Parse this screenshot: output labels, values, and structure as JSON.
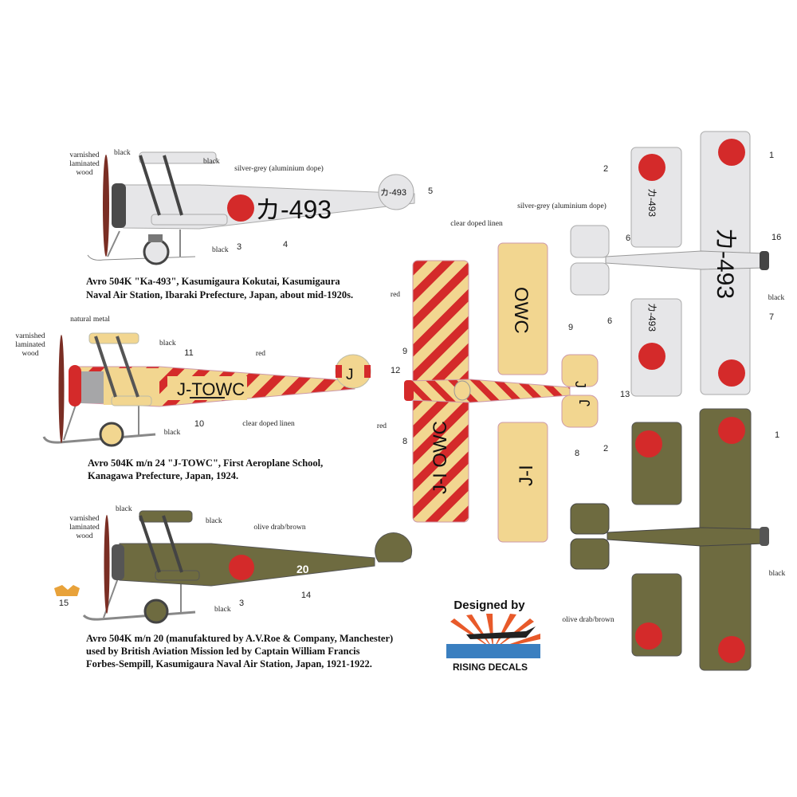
{
  "colors": {
    "silver": "#e6e6e8",
    "linen": "#f2d690",
    "red": "#d42a2a",
    "olive": "#6e6b40",
    "prop": "#7a2e24",
    "black": "#3c3c3c"
  },
  "aircraft1": {
    "registration": "カ-493",
    "tail": "カ-493",
    "labels": {
      "prop": [
        "varnished",
        "laminated",
        "wood"
      ],
      "cowl": "black",
      "struts": "black",
      "body": "silver-grey (aluminium dope)",
      "gear": "black"
    },
    "nums": {
      "roundel": "3",
      "reg": "4",
      "tail": "5"
    },
    "caption": [
      "Avro 504K \"Ka-493\", Kasumigaura Kokutai, Kasumigaura",
      "Naval Air Station, Ibaraki Prefecture, Japan, about mid-1920s."
    ]
  },
  "aircraft2": {
    "registration": "J-TOWC",
    "tail": "J",
    "labels": {
      "prop": [
        "varnished",
        "laminated",
        "wood"
      ],
      "metal": "natural metal",
      "struts": "black",
      "stripes": "red",
      "body": "clear doped linen",
      "gear": "black"
    },
    "nums": {
      "cowl": "11",
      "reg": "10",
      "tail": "12"
    },
    "caption": [
      "Avro 504K m/n 24 \"J-TOWC\", First Aeroplane School,",
      "Kanagawa Prefecture, Japan, 1924."
    ]
  },
  "aircraft3": {
    "serial": "20",
    "labels": {
      "prop": [
        "varnished",
        "laminated",
        "wood"
      ],
      "cowl": "black",
      "struts": "black",
      "body": "olive drab/brown",
      "gear": "black"
    },
    "nums": {
      "badge": "15",
      "roundel": "3",
      "serial": "14"
    },
    "caption": [
      "Avro 504K m/n 20 (manufaktured by A.V.Roe & Company, Manchester)",
      "used by British Aviation Mission led by Captain William Francis",
      "Forbes-Sempill, Kasumigaura Naval Air Station, Japan, 1921-1922."
    ]
  },
  "top_yellow": {
    "wing_reg_top": "OWC",
    "wing_reg_bottom": "J-I",
    "lower_reg": "J-I OWC",
    "tail": "J",
    "labels": {
      "linen": "clear doped linen",
      "red1": "red",
      "red2": "red"
    },
    "nums": {
      "n9a": "9",
      "n9b": "9",
      "n8a": "8",
      "n8b": "8",
      "n13": "13"
    }
  },
  "top_silver": {
    "reg": "カ-493",
    "wing_reg": "カ-493",
    "labels": {
      "body": "silver-grey (aluminium dope)",
      "black": "black"
    },
    "nums": {
      "n1": "1",
      "n2": "2",
      "n6a": "6",
      "n6b": "6",
      "n16": "16",
      "n7": "7"
    }
  },
  "top_olive": {
    "labels": {
      "body": "olive drab/brown",
      "black": "black"
    },
    "nums": {
      "n1": "1",
      "n2": "2"
    }
  },
  "logo": {
    "designed_by": "Designed by",
    "brand": "RISING DECALS"
  }
}
